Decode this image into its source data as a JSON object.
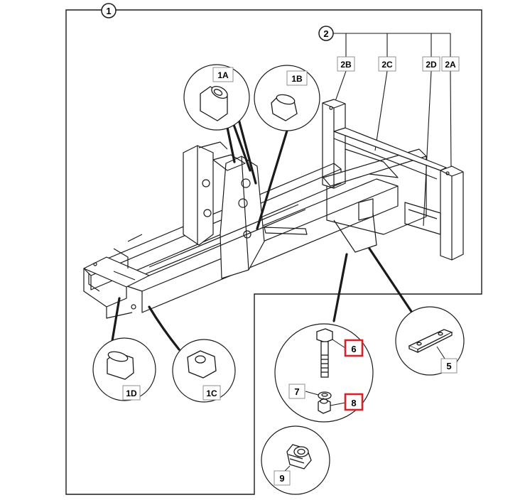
{
  "diagram": {
    "group_1": "1",
    "group_2": "2",
    "parts": {
      "p1A": "1A",
      "p1B": "1B",
      "p1C": "1C",
      "p1D": "1D",
      "p2A": "2A",
      "p2B": "2B",
      "p2C": "2C",
      "p2D": "2D",
      "p5": "5",
      "p6": "6",
      "p7": "7",
      "p8": "8",
      "p9": "9"
    },
    "colors": {
      "line": "#1a1a1a",
      "highlight": "#d6222a",
      "label_fill": "#ffffff"
    },
    "highlighted_parts": [
      "6",
      "8"
    ]
  }
}
